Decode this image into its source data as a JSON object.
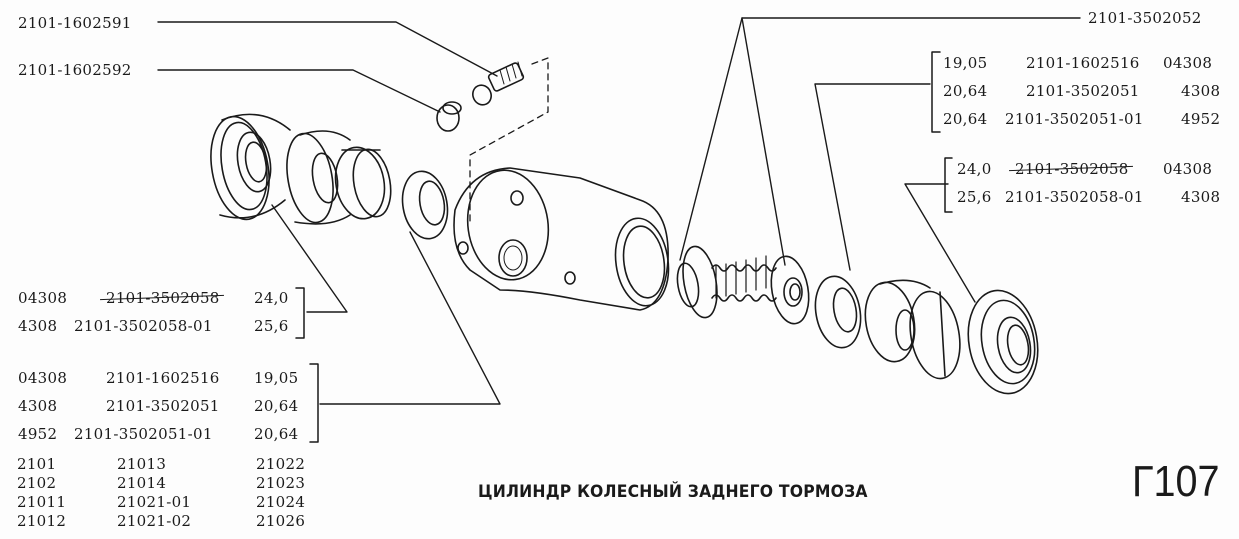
{
  "page": {
    "title": "ЦИЛИНДР КОЛЕСНЫЙ ЗАДНЕГО ТОРМОЗА",
    "code": "Г107"
  },
  "callouts": {
    "bleeder_valve": "2101-1602591",
    "bleeder_cap": "2101-1602592",
    "spring_assembly": "2101-3502052"
  },
  "right_table_cups": {
    "rows": [
      {
        "size": "19,05",
        "part": "2101-1602516",
        "model": "04308",
        "struck": false
      },
      {
        "size": "20,64",
        "part": "2101-3502051",
        "model": "4308",
        "struck": false
      },
      {
        "size": "20,64",
        "part": "2101-3502051-01",
        "model": "4952",
        "struck": false
      }
    ]
  },
  "right_table_pistons": {
    "rows": [
      {
        "size": "24,0",
        "part": "2101-3502058",
        "model": "04308",
        "struck": true
      },
      {
        "size": "25,6",
        "part": "2101-3502058-01",
        "model": "4308",
        "struck": false
      }
    ]
  },
  "left_table_pistons": {
    "rows": [
      {
        "model": "04308",
        "part": "2101-3502058",
        "size": "24,0",
        "struck": true
      },
      {
        "model": "4308",
        "part": "2101-3502058-01",
        "size": "25,6",
        "struck": false
      }
    ]
  },
  "left_table_cups": {
    "rows": [
      {
        "model": "04308",
        "part": "2101-1602516",
        "size": "19,05"
      },
      {
        "model": "4308",
        "part": "2101-3502051",
        "size": "20,64"
      },
      {
        "model": "4952",
        "part": "2101-3502051-01",
        "size": "20,64"
      }
    ]
  },
  "applicability": {
    "columns": [
      [
        "2101",
        "2102",
        "21011",
        "21012"
      ],
      [
        "21013",
        "21014",
        "21021-01",
        "21021-02"
      ],
      [
        "21022",
        "21023",
        "21024",
        "21026"
      ]
    ]
  }
}
